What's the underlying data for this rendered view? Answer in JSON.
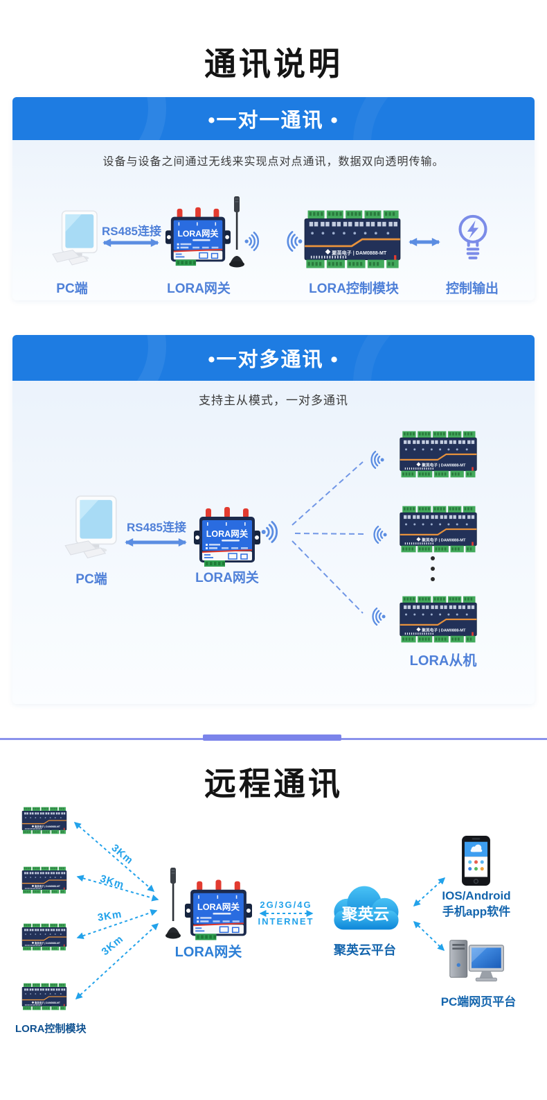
{
  "page": {
    "title": "通讯说明"
  },
  "colors": {
    "banner_blue": "#1e7ce2",
    "label_blue": "#4f80d8",
    "cyan": "#22a2ea",
    "dark_blue": "#1465ad",
    "divider_purple": "#7b84ea",
    "cloud_blue": "#1794e0",
    "bulb_periwinkle": "#7b8ce8"
  },
  "devices": {
    "gateway": {
      "label": "LORA网关"
    },
    "module": {
      "brand_model": "聚英电子 | DAM0888-MT"
    },
    "cloud": {
      "label": "聚英云"
    }
  },
  "section1": {
    "banner": "•一对一通讯 •",
    "description": "设备与设备之间通过无线来实现点对点通讯，数据双向透明传输。",
    "labels": {
      "pc": "PC端",
      "link": "RS485连接",
      "gateway": "LORA网关",
      "module": "LORA控制模块",
      "output": "控制输出"
    }
  },
  "section2": {
    "banner": "•一对多通讯 •",
    "description": "支持主从模式，一对多通讯",
    "labels": {
      "pc": "PC端",
      "link": "RS485连接",
      "gateway": "LORA网关",
      "slaves": "LORA从机"
    }
  },
  "section3": {
    "title": "远程通讯",
    "labels": {
      "modules": "LORA控制模块",
      "gateway": "LORA网关",
      "distance": "3Km",
      "network": "2G/3G/4G",
      "internet": "INTERNET",
      "cloud_platform": "聚英云平台",
      "app_line1": "IOS/Android",
      "app_line2": "手机app软件",
      "web": "PC端网页平台"
    }
  }
}
